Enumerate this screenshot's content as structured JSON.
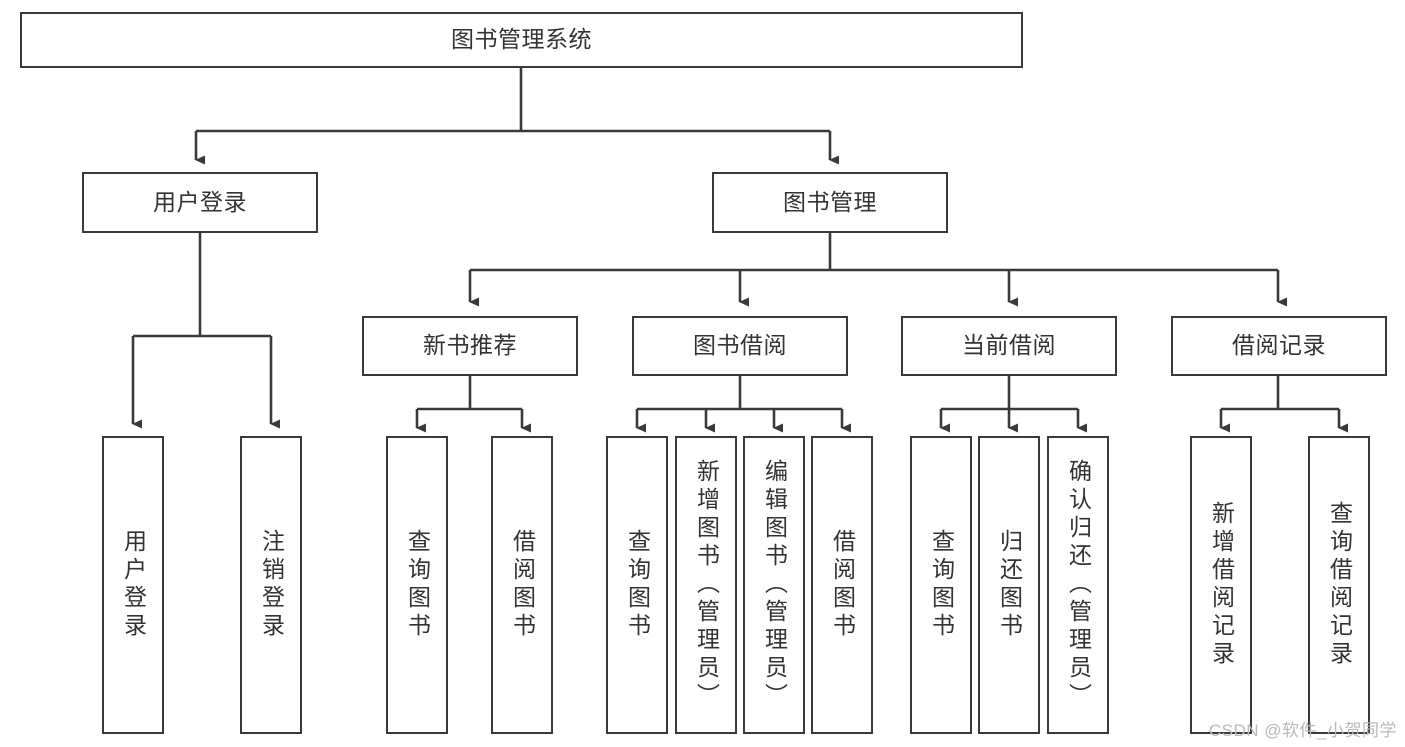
{
  "diagram": {
    "title": "图书管理系统",
    "type": "tree-hierarchy",
    "watermark": "CSDN @软件_小贺同学",
    "colors": {
      "stroke": "#3a3a3a",
      "text": "#333333",
      "background": "#ffffff",
      "watermark": "#b9b9b9"
    },
    "nodes": {
      "root": "图书管理系统",
      "level2": {
        "user_login": "用户登录",
        "book_manage": "图书管理"
      },
      "level3": {
        "new_book_recommend": "新书推荐",
        "book_borrow": "图书借阅",
        "current_borrow": "当前借阅",
        "borrow_record": "借阅记录"
      },
      "leaves": {
        "user_login_1": "用户登录",
        "user_login_2": "注销登录",
        "recommend_1": "查询图书",
        "recommend_2": "借阅图书",
        "borrow_1": "查询图书",
        "borrow_2": "新增图书（管理员）",
        "borrow_3": "编辑图书（管理员）",
        "borrow_4": "借阅图书",
        "current_1": "查询图书",
        "current_2": "归还图书",
        "current_3": "确认归还（管理员）",
        "record_1": "新增借阅记录",
        "record_2": "查询借阅记录"
      }
    }
  }
}
